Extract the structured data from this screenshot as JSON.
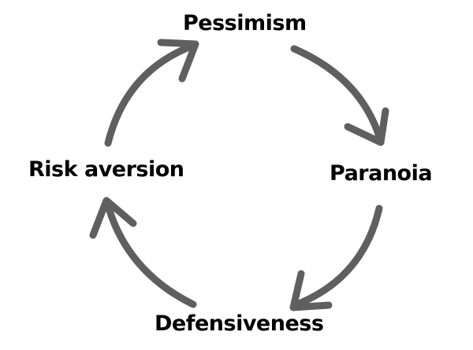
{
  "diagram": {
    "type": "cycle",
    "nodes": [
      {
        "id": "pessimism",
        "label": "Pessimism"
      },
      {
        "id": "paranoia",
        "label": "Paranoia"
      },
      {
        "id": "defensiveness",
        "label": "Defensiveness"
      },
      {
        "id": "risk_aversion",
        "label": "Risk aversion"
      }
    ],
    "edges": [
      {
        "from": "pessimism",
        "to": "paranoia"
      },
      {
        "from": "paranoia",
        "to": "defensiveness"
      },
      {
        "from": "defensiveness",
        "to": "risk_aversion"
      },
      {
        "from": "risk_aversion",
        "to": "pessimism"
      }
    ],
    "arrow_color": "#5f5f5f",
    "text_color": "#000000"
  }
}
